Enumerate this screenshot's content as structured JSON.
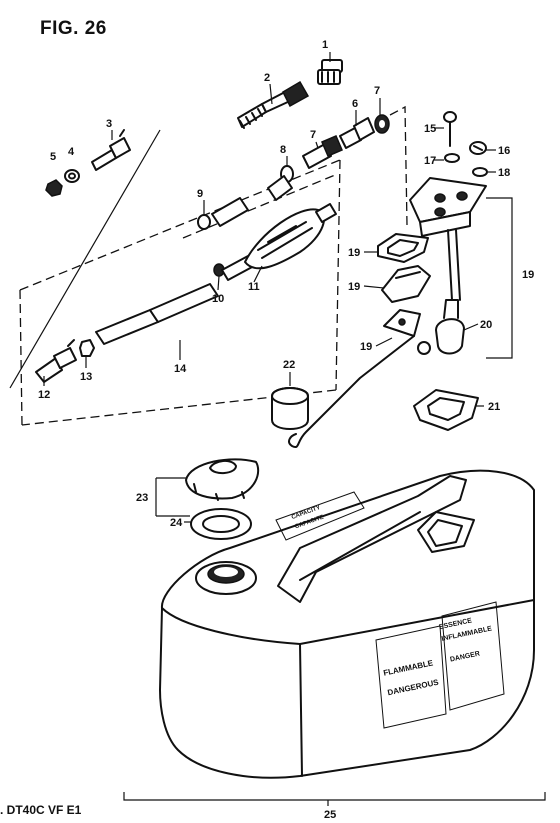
{
  "figure": {
    "title": "FIG. 26",
    "footer": ". DT40C VF E1"
  },
  "callouts": [
    "1",
    "2",
    "3",
    "4",
    "5",
    "6",
    "7",
    "7",
    "8",
    "9",
    "10",
    "11",
    "12",
    "13",
    "14",
    "15",
    "16",
    "17",
    "18",
    "19",
    "19",
    "19",
    "19",
    "20",
    "21",
    "22",
    "23",
    "24",
    "25"
  ],
  "tank_label_left": [
    "CAPACITY",
    "CAPACITE"
  ],
  "tank_label_right": [
    "FLAMMABLE",
    "DANGEROUS",
    "ESSENCE",
    "INFLAMMABLE",
    "DANGER"
  ]
}
